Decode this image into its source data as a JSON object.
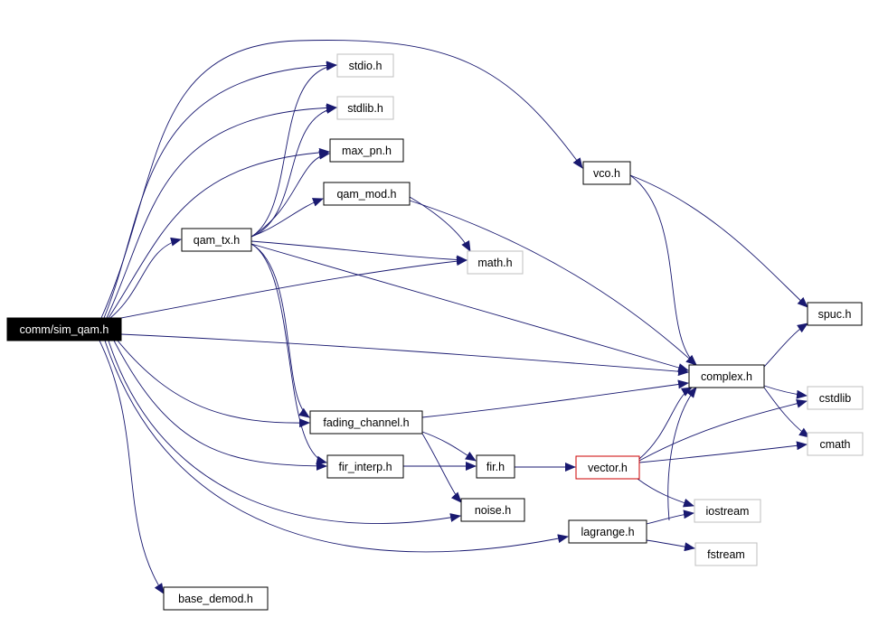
{
  "graph": {
    "colors": {
      "edge": "#191970",
      "arrow": "#191970",
      "root_fill": "#000000",
      "root_text": "#ffffff",
      "node_border": "#000000",
      "external_border": "#bfbfbf",
      "highlight_border": "#cc0000"
    },
    "nodes": [
      {
        "id": "sim_qam",
        "label": "comm/sim_qam.h",
        "style": "root"
      },
      {
        "id": "stdio",
        "label": "stdio.h",
        "style": "external"
      },
      {
        "id": "stdlib",
        "label": "stdlib.h",
        "style": "external"
      },
      {
        "id": "max_pn",
        "label": "max_pn.h",
        "style": "normal"
      },
      {
        "id": "qam_mod",
        "label": "qam_mod.h",
        "style": "normal"
      },
      {
        "id": "qam_tx",
        "label": "qam_tx.h",
        "style": "normal"
      },
      {
        "id": "math",
        "label": "math.h",
        "style": "external"
      },
      {
        "id": "vco",
        "label": "vco.h",
        "style": "normal"
      },
      {
        "id": "spuc",
        "label": "spuc.h",
        "style": "normal"
      },
      {
        "id": "complex",
        "label": "complex.h",
        "style": "normal"
      },
      {
        "id": "cstdlib",
        "label": "cstdlib",
        "style": "external"
      },
      {
        "id": "cmath",
        "label": "cmath",
        "style": "external"
      },
      {
        "id": "fading_channel",
        "label": "fading_channel.h",
        "style": "normal"
      },
      {
        "id": "fir_interp",
        "label": "fir_interp.h",
        "style": "normal"
      },
      {
        "id": "fir",
        "label": "fir.h",
        "style": "normal"
      },
      {
        "id": "vector",
        "label": "vector.h",
        "style": "highlight"
      },
      {
        "id": "noise",
        "label": "noise.h",
        "style": "normal"
      },
      {
        "id": "iostream",
        "label": "iostream",
        "style": "external"
      },
      {
        "id": "lagrange",
        "label": "lagrange.h",
        "style": "normal"
      },
      {
        "id": "fstream",
        "label": "fstream",
        "style": "external"
      },
      {
        "id": "base_demod",
        "label": "base_demod.h",
        "style": "normal"
      }
    ],
    "edges": [
      {
        "from": "sim_qam",
        "to": "stdio"
      },
      {
        "from": "sim_qam",
        "to": "stdlib"
      },
      {
        "from": "sim_qam",
        "to": "max_pn"
      },
      {
        "from": "sim_qam",
        "to": "qam_tx"
      },
      {
        "from": "sim_qam",
        "to": "math"
      },
      {
        "from": "sim_qam",
        "to": "vco"
      },
      {
        "from": "sim_qam",
        "to": "complex"
      },
      {
        "from": "sim_qam",
        "to": "fading_channel"
      },
      {
        "from": "sim_qam",
        "to": "fir_interp"
      },
      {
        "from": "sim_qam",
        "to": "noise"
      },
      {
        "from": "sim_qam",
        "to": "lagrange"
      },
      {
        "from": "sim_qam",
        "to": "base_demod"
      },
      {
        "from": "qam_tx",
        "to": "stdio"
      },
      {
        "from": "qam_tx",
        "to": "stdlib"
      },
      {
        "from": "qam_tx",
        "to": "max_pn"
      },
      {
        "from": "qam_tx",
        "to": "qam_mod"
      },
      {
        "from": "qam_tx",
        "to": "math"
      },
      {
        "from": "qam_tx",
        "to": "complex"
      },
      {
        "from": "qam_tx",
        "to": "fading_channel"
      },
      {
        "from": "qam_tx",
        "to": "fir_interp"
      },
      {
        "from": "qam_mod",
        "to": "math"
      },
      {
        "from": "qam_mod",
        "to": "complex"
      },
      {
        "from": "vco",
        "to": "spuc"
      },
      {
        "from": "vco",
        "to": "complex"
      },
      {
        "from": "complex",
        "to": "spuc"
      },
      {
        "from": "complex",
        "to": "cstdlib"
      },
      {
        "from": "complex",
        "to": "cmath"
      },
      {
        "from": "fading_channel",
        "to": "complex"
      },
      {
        "from": "fading_channel",
        "to": "fir"
      },
      {
        "from": "fading_channel",
        "to": "noise"
      },
      {
        "from": "fir_interp",
        "to": "fir"
      },
      {
        "from": "fir",
        "to": "vector"
      },
      {
        "from": "vector",
        "to": "complex"
      },
      {
        "from": "vector",
        "to": "cstdlib"
      },
      {
        "from": "vector",
        "to": "cmath"
      },
      {
        "from": "vector",
        "to": "iostream"
      },
      {
        "from": "lagrange",
        "to": "complex"
      },
      {
        "from": "lagrange",
        "to": "iostream"
      },
      {
        "from": "lagrange",
        "to": "fstream"
      }
    ]
  }
}
